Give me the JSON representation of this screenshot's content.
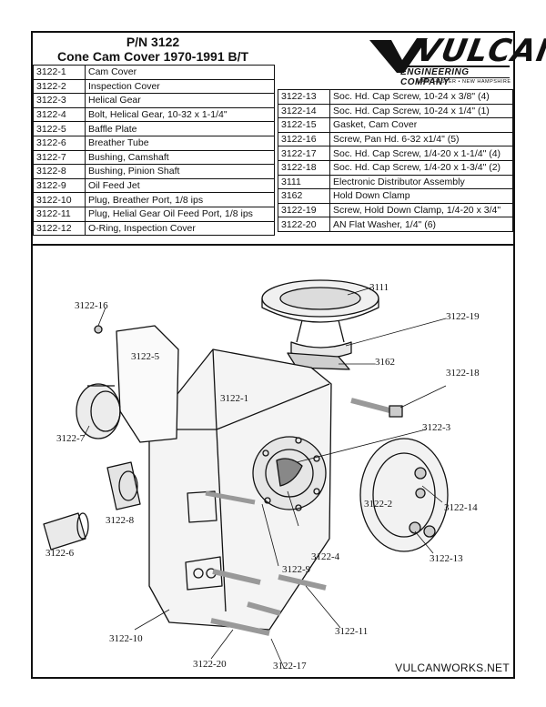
{
  "header": {
    "part_number": "P/N 3122",
    "subtitle": "Cone Cam Cover 1970-1991 B/T"
  },
  "logo": {
    "word": "VULCAN",
    "tagline": "ENGINEERING COMPANY",
    "location": "MANCHESTER • NEW HAMPSHIRE"
  },
  "parts_left": [
    {
      "pn": "3122-1",
      "desc": "Cam Cover"
    },
    {
      "pn": "3122-2",
      "desc": "Inspection Cover"
    },
    {
      "pn": "3122-3",
      "desc": "Helical Gear"
    },
    {
      "pn": "3122-4",
      "desc": "Bolt, Helical Gear, 10-32 x 1-1/4\""
    },
    {
      "pn": "3122-5",
      "desc": "Baffle Plate"
    },
    {
      "pn": "3122-6",
      "desc": "Breather Tube"
    },
    {
      "pn": "3122-7",
      "desc": "Bushing, Camshaft"
    },
    {
      "pn": "3122-8",
      "desc": "Bushing, Pinion Shaft"
    },
    {
      "pn": "3122-9",
      "desc": "Oil Feed Jet"
    },
    {
      "pn": "3122-10",
      "desc": "Plug, Breather Port, 1/8 ips"
    },
    {
      "pn": "3122-11",
      "desc": "Plug, Helial Gear Oil Feed Port, 1/8 ips"
    },
    {
      "pn": "3122-12",
      "desc": "O-Ring, Inspection Cover"
    }
  ],
  "parts_right": [
    {
      "pn": "3122-13",
      "desc": "Soc. Hd. Cap Screw, 10-24 x 3/8\" (4)"
    },
    {
      "pn": "3122-14",
      "desc": "Soc. Hd. Cap Screw, 10-24 x 1/4\" (1)"
    },
    {
      "pn": "3122-15",
      "desc": "Gasket, Cam Cover"
    },
    {
      "pn": "3122-16",
      "desc": "Screw, Pan Hd. 6-32 x1/4\" (5)"
    },
    {
      "pn": "3122-17",
      "desc": "Soc. Hd. Cap Screw, 1/4-20 x 1-1/4\" (4)"
    },
    {
      "pn": "3122-18",
      "desc": "Soc. Hd. Cap Screw, 1/4-20 x 1-3/4\" (2)"
    },
    {
      "pn": "3111",
      "desc": "Electronic Distributor Assembly"
    },
    {
      "pn": "3162",
      "desc": "Hold Down Clamp"
    },
    {
      "pn": "3122-19",
      "desc": "Screw, Hold Down Clamp, 1/4-20 x 3/4\""
    },
    {
      "pn": "3122-20",
      "desc": "AN Flat Washer, 1/4\" (6)"
    }
  ],
  "callouts": {
    "c3111": "3111",
    "c16": "3122-16",
    "c19": "3122-19",
    "c5": "3122-5",
    "c3162": "3162",
    "c18": "3122-18",
    "c1": "3122-1",
    "c7": "3122-7",
    "c3": "3122-3",
    "c2": "3122-2",
    "c14": "3122-14",
    "c8": "3122-8",
    "c4": "3122-4",
    "c13": "3122-13",
    "c6": "3122-6",
    "c9": "3122-9",
    "c11": "3122-11",
    "c10": "3122-10",
    "c20": "3122-20",
    "c17": "3122-17"
  },
  "footer": {
    "website": "VULCANWORKS.NET"
  }
}
